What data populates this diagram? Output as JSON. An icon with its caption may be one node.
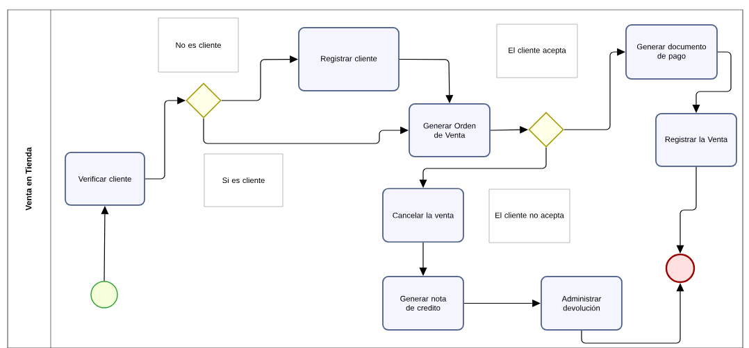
{
  "diagram": {
    "nodes": [
      {
        "text": [
          "Venta en Tienda"
        ]
      },
      {
        "text": [
          "No es cliente"
        ],
        "in": 0
      },
      {
        "text": [
          "Registrar cliente"
        ],
        "in": 0
      },
      {
        "text": [
          "El cliente acepta"
        ],
        "in": 0
      },
      {
        "text": [
          "Generar documento de pago"
        ],
        "in": 0
      },
      {
        "text": [],
        "shape": "diamond",
        "in": 0
      },
      {
        "text": [
          "Generar Orden de Venta"
        ],
        "in": 0
      },
      {
        "text": [],
        "shape": "diamond",
        "in": 0
      },
      {
        "text": [
          "Registrar la Venta"
        ],
        "in": 0
      },
      {
        "text": [
          "Verificar cliente"
        ],
        "in": 0
      },
      {
        "text": [
          "Si es cliente"
        ],
        "in": 0
      },
      {
        "text": [
          "Cancelar la venta"
        ],
        "in": 0
      },
      {
        "text": [
          "El cliente no acepta"
        ],
        "in": 0
      },
      {
        "text": [],
        "shape": "circle",
        "in": 0
      },
      {
        "text": [],
        "shape": "circle",
        "in": 0
      },
      {
        "text": [
          "Generar nota de credito"
        ],
        "in": 0
      },
      {
        "text": [
          "Administrar devolución"
        ],
        "in": 0
      }
    ],
    "edges": [
      {
        "from": 14,
        "to": 9,
        "arrow": "to"
      },
      {
        "from": 9,
        "to": 5,
        "arrow": "to"
      },
      {
        "from": 5,
        "to": 2,
        "arrow": "to"
      },
      {
        "from": 5,
        "to": 6,
        "arrow": "to"
      },
      {
        "from": 2,
        "to": 6,
        "arrow": "to"
      },
      {
        "from": 6,
        "to": 7,
        "arrow": "to"
      },
      {
        "from": 7,
        "to": 4,
        "arrow": "to"
      },
      {
        "from": 7,
        "to": 11,
        "arrow": "to"
      },
      {
        "from": 4,
        "to": 8,
        "arrow": "to"
      },
      {
        "from": 8,
        "to": 13,
        "arrow": "to"
      },
      {
        "from": 11,
        "to": 15,
        "arrow": "to"
      },
      {
        "from": 15,
        "to": 16,
        "arrow": "to"
      },
      {
        "from": 16,
        "to": 13,
        "arrow": "to"
      }
    ]
  }
}
